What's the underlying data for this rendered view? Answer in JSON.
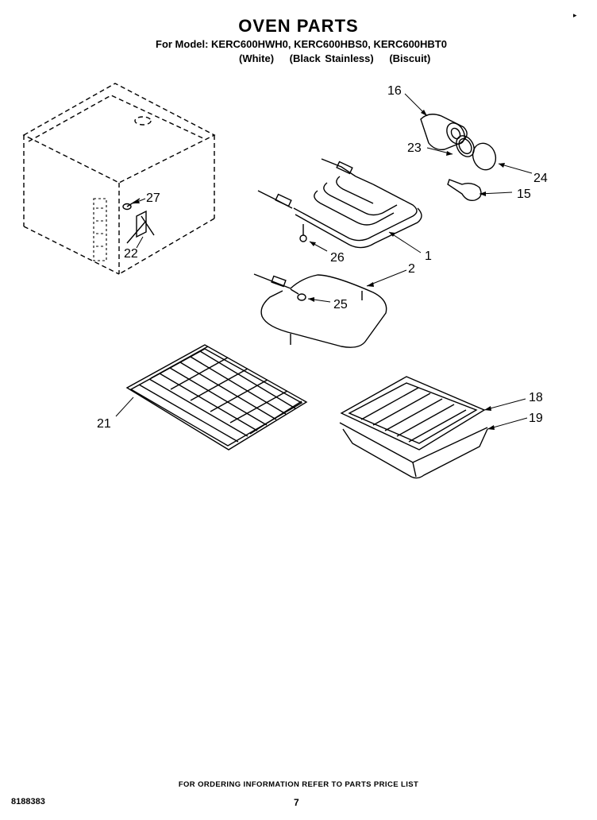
{
  "header": {
    "title": "OVEN PARTS",
    "models_line": "For Model: KERC600HWH0, KERC600HBS0, KERC600HBT0",
    "variants": [
      "(White)",
      "(Black Stainless)",
      "(Biscuit)"
    ]
  },
  "callouts": {
    "c16": "16",
    "c23": "23",
    "c24": "24",
    "c15": "15",
    "c27": "27",
    "c22": "22",
    "c26": "26",
    "c1": "1",
    "c2": "2",
    "c25": "25",
    "c21": "21",
    "c18": "18",
    "c19": "19"
  },
  "footer": {
    "ordering_note": "FOR ORDERING INFORMATION REFER TO PARTS PRICE LIST",
    "doc_number": "8188383",
    "page_number": "7"
  }
}
